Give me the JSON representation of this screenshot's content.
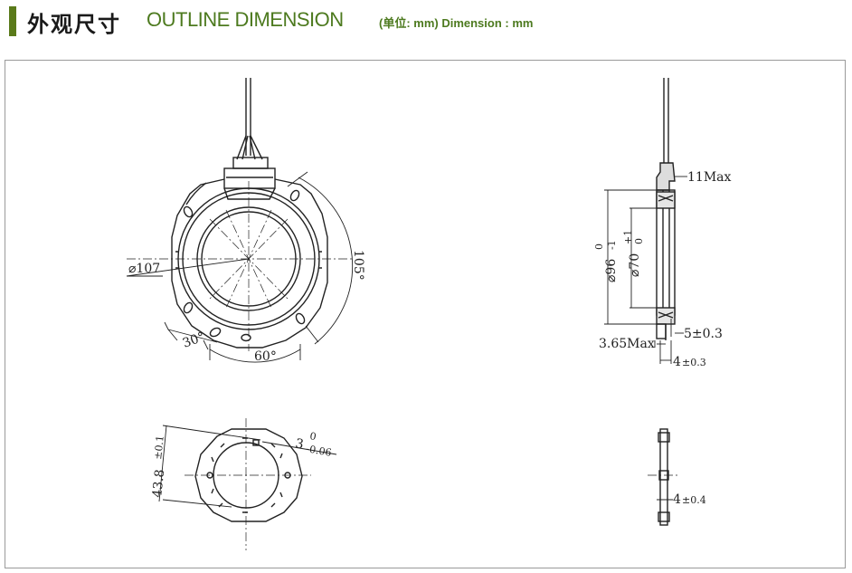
{
  "header": {
    "title_cn": "外观尺寸",
    "title_en": "OUTLINE DIMENSION",
    "unit_note": "(单位: mm) Dimension : mm"
  },
  "dimensions": {
    "dia107": "⌀107",
    "r105": "105°",
    "ang30": "30°",
    "ang60": "60°",
    "max11": "11Max",
    "dia96": "⌀96",
    "tol96_upper": "0",
    "tol96_lower": "-1",
    "dia70": "⌀70",
    "tol70_upper": "+1",
    "tol70_lower": "0",
    "max365": "3.65Max",
    "t5": "5±0.3",
    "t4": "4",
    "t4_tol": "±0.3",
    "d438": "43.8",
    "d438_tol": "±0.1",
    "d3": "3",
    "d3_upper": "0",
    "d3_lower": "-0.06",
    "t4b": "4",
    "t4b_tol": "±0.4"
  },
  "colors": {
    "accent_bar": "#5a7a1a",
    "accent_text": "#4d7a1f",
    "line": "#222222"
  }
}
